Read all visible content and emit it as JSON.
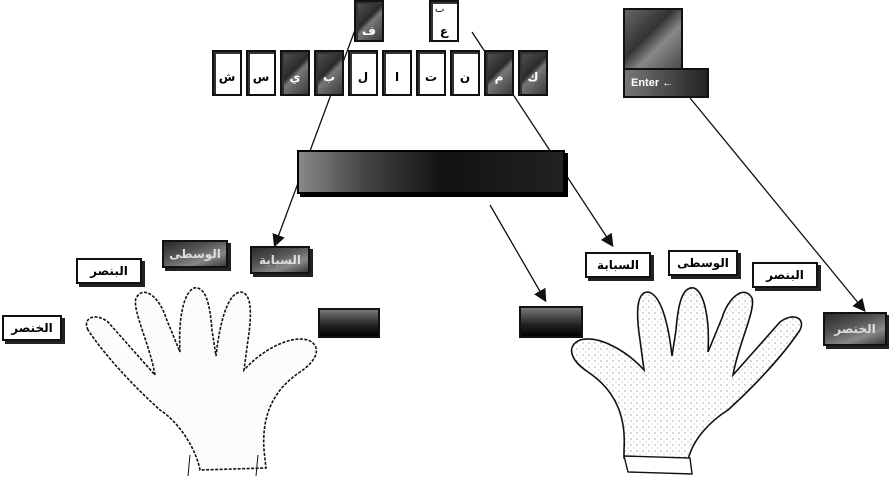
{
  "keyboard": {
    "home_row": [
      {
        "label": "ش",
        "shaded": false
      },
      {
        "label": "س",
        "shaded": false
      },
      {
        "label": "ي",
        "shaded": true
      },
      {
        "label": "ب",
        "shaded": true
      },
      {
        "label": "ل",
        "shaded": false
      },
      {
        "label": "ا",
        "shaded": false
      },
      {
        "label": "ت",
        "shaded": false
      },
      {
        "label": "ن",
        "shaded": false
      },
      {
        "label": "م",
        "shaded": true
      },
      {
        "label": "ك",
        "shaded": true
      }
    ],
    "top_left_key": {
      "label": "ف",
      "shaded": true
    },
    "top_right_key": {
      "label": "ع",
      "shaded": false
    },
    "enter_key": "Enter ←"
  },
  "banner": "",
  "left_hand_labels": {
    "pinky": "الخنصر",
    "ring": "البنصر",
    "middle": "الوسطى",
    "index": "السبابة",
    "thumb": ""
  },
  "right_hand_labels": {
    "index": "السبابة",
    "middle": "الوسطى",
    "ring": "البنصر",
    "pinky": "الخنصر",
    "thumb": ""
  },
  "colors": {
    "ink": "#111111",
    "shaded_key": "#3a3a3a",
    "background": "#ffffff"
  }
}
